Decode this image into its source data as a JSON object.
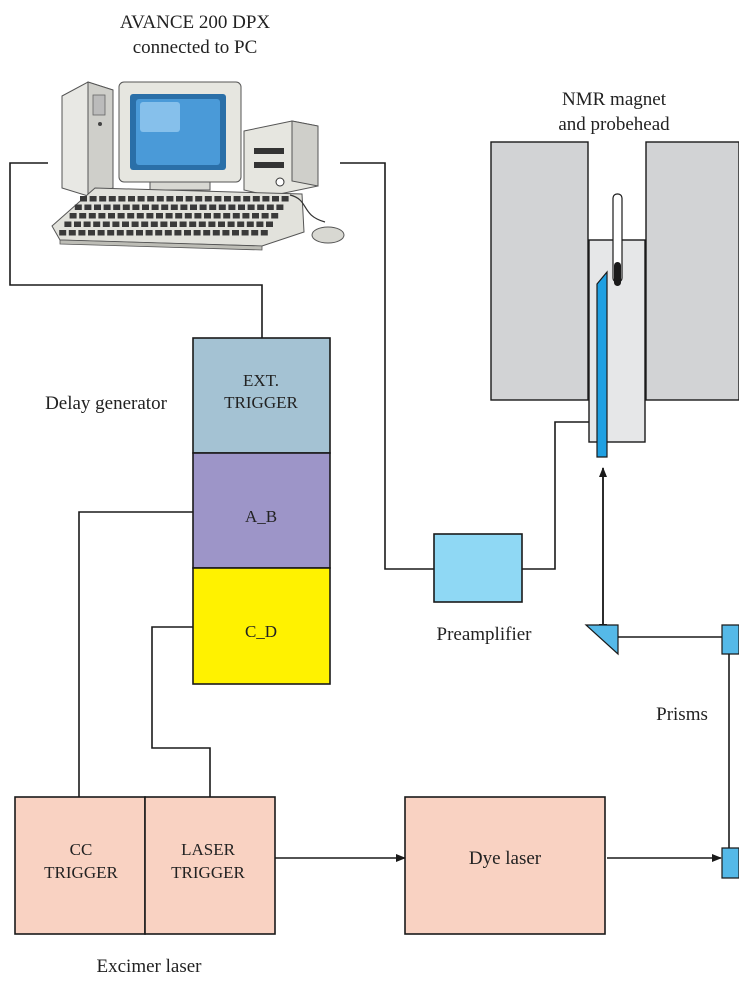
{
  "labels": {
    "computer": [
      "AVANCE 200 DPX",
      "connected to PC"
    ],
    "magnet": [
      "NMR magnet",
      "and probehead"
    ],
    "delay_generator": "Delay generator",
    "preamplifier": "Preamplifier",
    "prisms": "Prisms",
    "excimer_laser": "Excimer laser"
  },
  "boxes": {
    "ext_trigger": [
      "EXT.",
      "TRIGGER"
    ],
    "a_b": "A_B",
    "c_d": "C_D",
    "cc_trigger": [
      "CC",
      "TRIGGER"
    ],
    "laser_trigger": [
      "LASER",
      "TRIGGER"
    ],
    "dye_laser": "Dye laser"
  },
  "colors": {
    "ext_trigger": "#a4c2d3",
    "a_b": "#9d95c8",
    "c_d": "#fff200",
    "laser_boxes": "#f9d2c2",
    "preamplifier": "#8fd8f4",
    "magnet": "#d2d3d5",
    "probe": "#e6e7e8",
    "fiber": "#1fa0e2",
    "prism": "#55b9e8"
  }
}
